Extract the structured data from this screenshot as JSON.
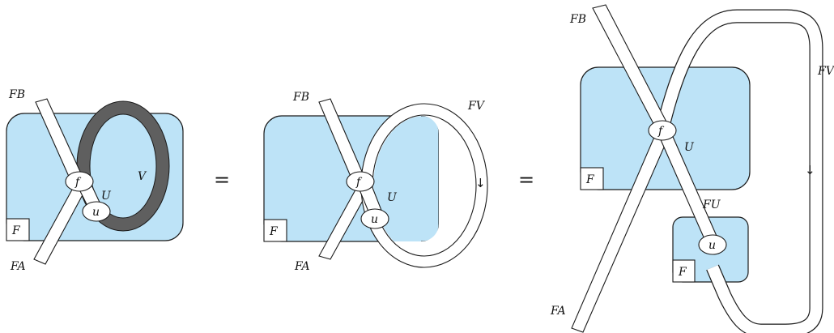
{
  "colors": {
    "region": "#bde3f7",
    "outline": "#1a1a1a",
    "loop_dark": "#5f5f5f",
    "band": "#ffffff"
  },
  "equals": "=",
  "arrow_symbol": "↓",
  "panel1": {
    "fb": "FB",
    "fa": "FA",
    "f": "f",
    "u": "u",
    "U": "U",
    "V": "V",
    "F": "F"
  },
  "panel2": {
    "fb": "FB",
    "fa": "FA",
    "fv": "FV",
    "f": "f",
    "u": "u",
    "U": "U",
    "F": "F"
  },
  "panel3": {
    "fb": "FB",
    "fa": "FA",
    "fv": "FV",
    "fu": "FU",
    "f": "f",
    "u": "u",
    "U": "U",
    "F_top": "F",
    "F_bottom": "F"
  }
}
